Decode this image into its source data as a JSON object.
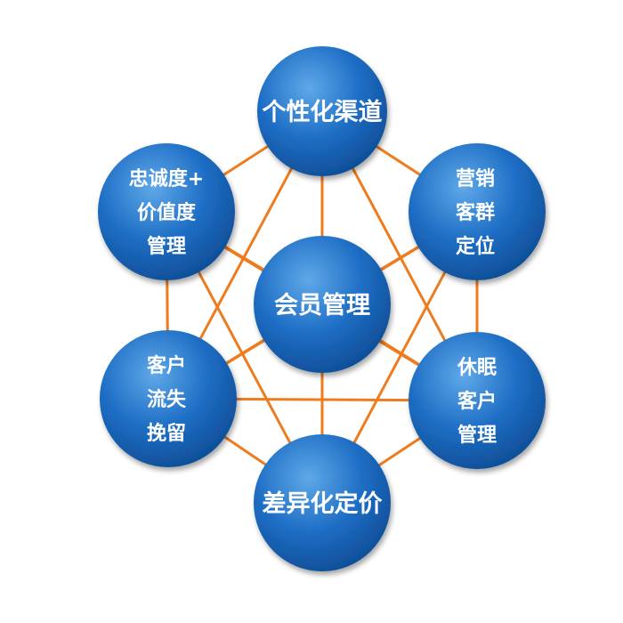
{
  "colors": {
    "connector": "#ee7c1e",
    "node_light": "#5fa8e8",
    "node_mid": "#1f6fc6",
    "node_dark": "#0f4f99",
    "text": "#ffffff"
  },
  "nodes": {
    "center": {
      "lines": [
        "会员管理"
      ]
    },
    "top": {
      "lines": [
        "个性化渠道"
      ]
    },
    "upper_left": {
      "lines": [
        "忠诚度+",
        "价值度",
        "管理"
      ]
    },
    "upper_right": {
      "lines": [
        "营销",
        "客群",
        "定位"
      ]
    },
    "lower_left": {
      "lines": [
        "客户",
        "流失",
        "挽留"
      ]
    },
    "lower_right": {
      "lines": [
        "休眠",
        "客户",
        "管理"
      ]
    },
    "bottom": {
      "lines": [
        "差异化定价"
      ]
    }
  }
}
